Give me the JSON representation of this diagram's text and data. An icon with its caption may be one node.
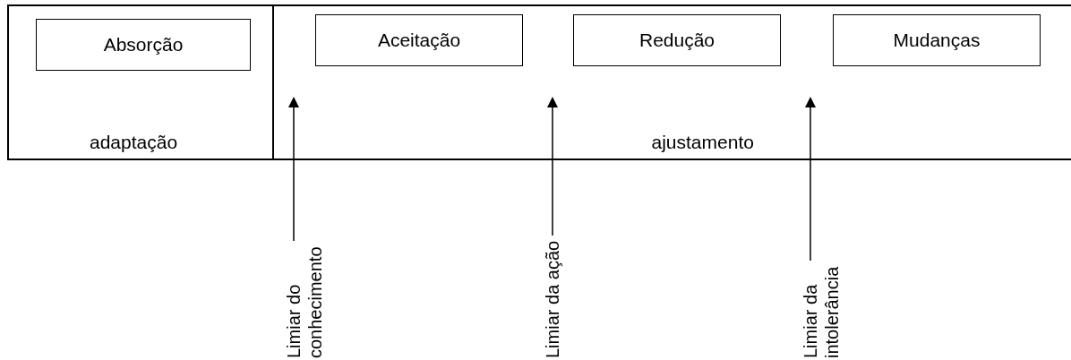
{
  "diagram": {
    "nodes": [
      {
        "text": [
          "adaptação"
        ]
      },
      {
        "text": [
          "Absorção"
        ],
        "in": 0
      },
      {
        "text": [
          "ajustamento"
        ]
      },
      {
        "text": [
          "Aceitação"
        ],
        "in": 2
      },
      {
        "text": [
          "Redução"
        ],
        "in": 2
      },
      {
        "text": [
          "Mudanças"
        ],
        "in": 2
      },
      {
        "text": [
          "Limiar do conhecimento"
        ]
      },
      {
        "text": [
          "Limiar da ação"
        ]
      },
      {
        "text": [
          "Limiar da intolerância"
        ]
      }
    ],
    "edges": [
      {
        "from": 6,
        "to": 2,
        "arrow": "to"
      },
      {
        "from": 7,
        "to": null,
        "arrow": "to"
      },
      {
        "from": 8,
        "to": null,
        "arrow": "to"
      }
    ]
  }
}
